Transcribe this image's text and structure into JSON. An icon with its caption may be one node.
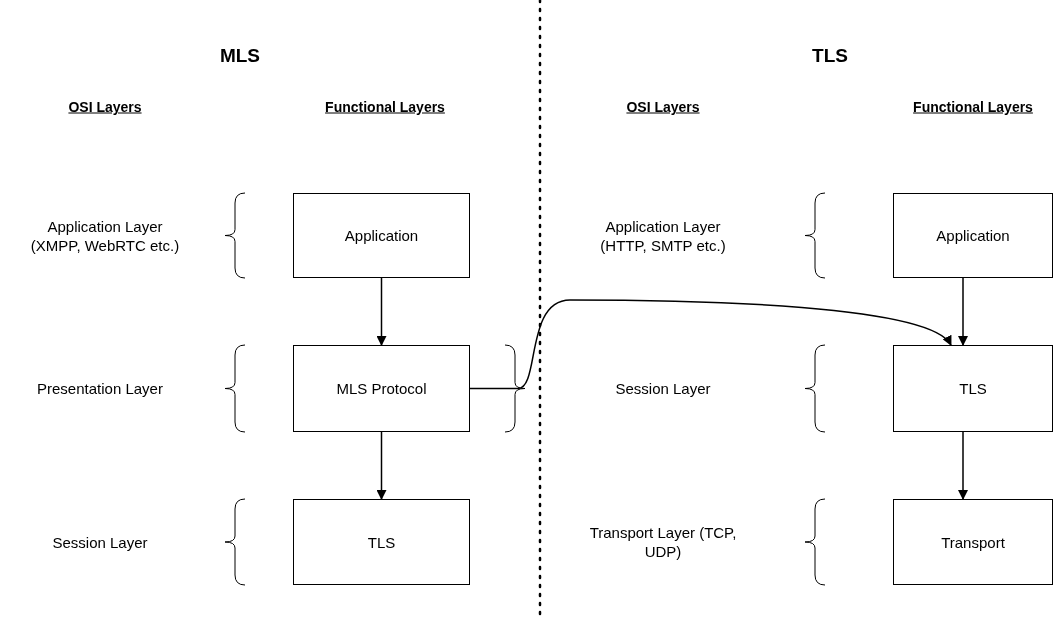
{
  "diagram": {
    "nodes": [
      {
        "text": [
          "Application"
        ]
      },
      {
        "text": [
          "MLS Protocol"
        ]
      },
      {
        "text": [
          "TLS"
        ]
      },
      {
        "text": [
          "Application"
        ]
      },
      {
        "text": [
          "TLS"
        ]
      },
      {
        "text": [
          "Transport"
        ]
      }
    ],
    "edges": [
      {
        "from": 0,
        "to": 1,
        "arrow": "to"
      },
      {
        "from": 1,
        "to": 2,
        "arrow": "to"
      },
      {
        "from": 3,
        "to": 4,
        "arrow": "to"
      },
      {
        "from": 4,
        "to": 5,
        "arrow": "to"
      },
      {
        "from": 1,
        "to": 4,
        "arrow": "to"
      }
    ],
    "labels": [
      "MLS",
      "TLS",
      "OSI Layers",
      "Functional Layers",
      "OSI Layers",
      "Functional Layers",
      "Application Layer (XMPP, WebRTC etc.)",
      "Application Layer (HTTP, SMTP etc.)",
      "Presentation Layer",
      "Session Layer",
      "Session Layer",
      "Transport Layer (TCP, UDP)"
    ]
  }
}
